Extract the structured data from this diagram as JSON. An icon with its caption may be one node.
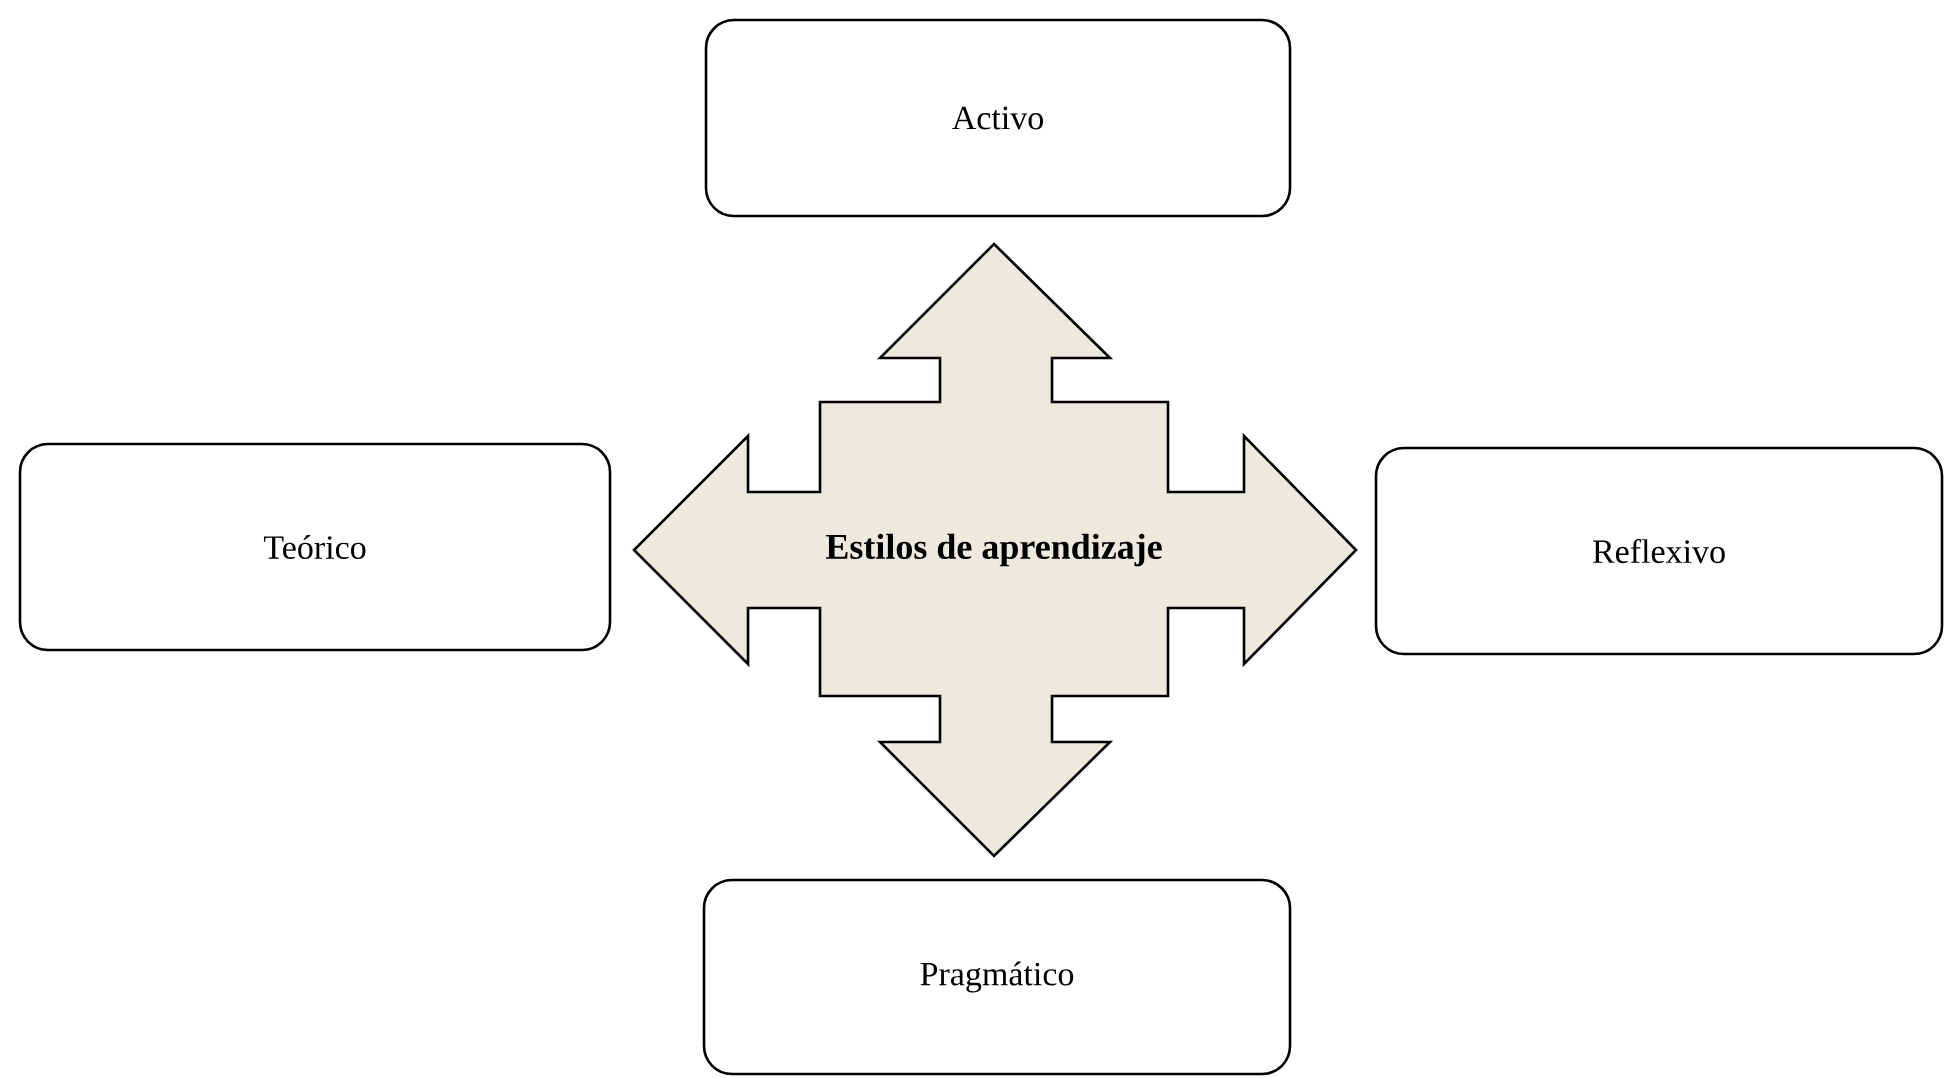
{
  "diagram": {
    "nodes": [
      {
        "text": [
          "Activo"
        ]
      },
      {
        "text": [
          "Teórico"
        ]
      },
      {
        "text": [
          "**Estilos de aprendizaje**"
        ]
      },
      {
        "text": [
          "Reflexivo"
        ]
      },
      {
        "text": [
          "Pragmático"
        ]
      }
    ]
  }
}
